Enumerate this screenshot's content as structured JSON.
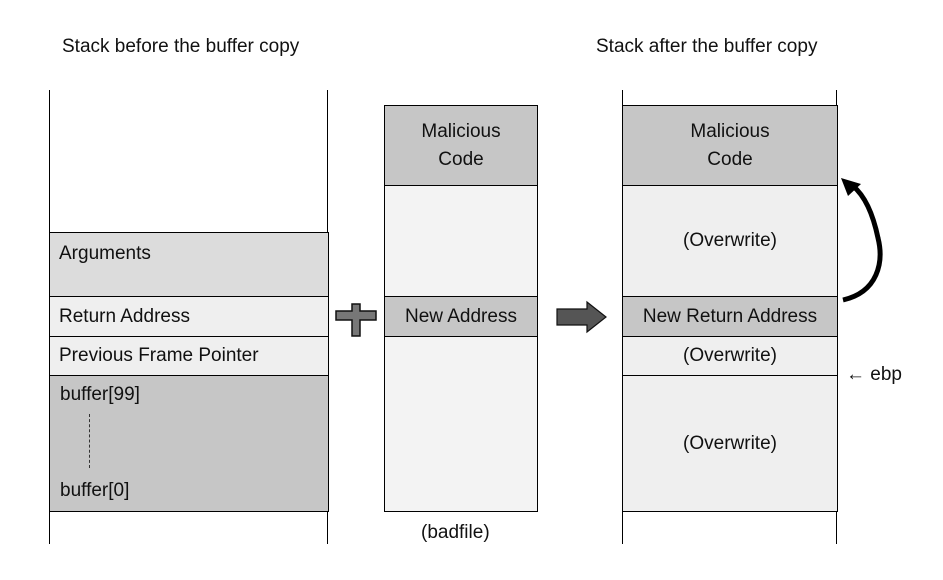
{
  "titles": {
    "before": "Stack before the buffer copy",
    "after": "Stack after the buffer copy"
  },
  "left_stack": {
    "arguments": "Arguments",
    "return_address": "Return Address",
    "previous_frame_pointer": "Previous Frame Pointer",
    "buffer_top": "buffer[99]",
    "buffer_bottom": "buffer[0]"
  },
  "badfile": {
    "malicious_code": "Malicious\nCode",
    "new_address": "New Address",
    "caption": "(badfile)"
  },
  "right_stack": {
    "malicious_code": "Malicious\nCode",
    "overwrite_upper": "(Overwrite)",
    "new_return_address": "New Return Address",
    "overwrite_mid": "(Overwrite)",
    "overwrite_lower": "(Overwrite)"
  },
  "ebp_label": "← ebp",
  "colors": {
    "dark_fill": "#c6c6c6",
    "light_fill": "#efefef",
    "arrow": "#555555"
  }
}
